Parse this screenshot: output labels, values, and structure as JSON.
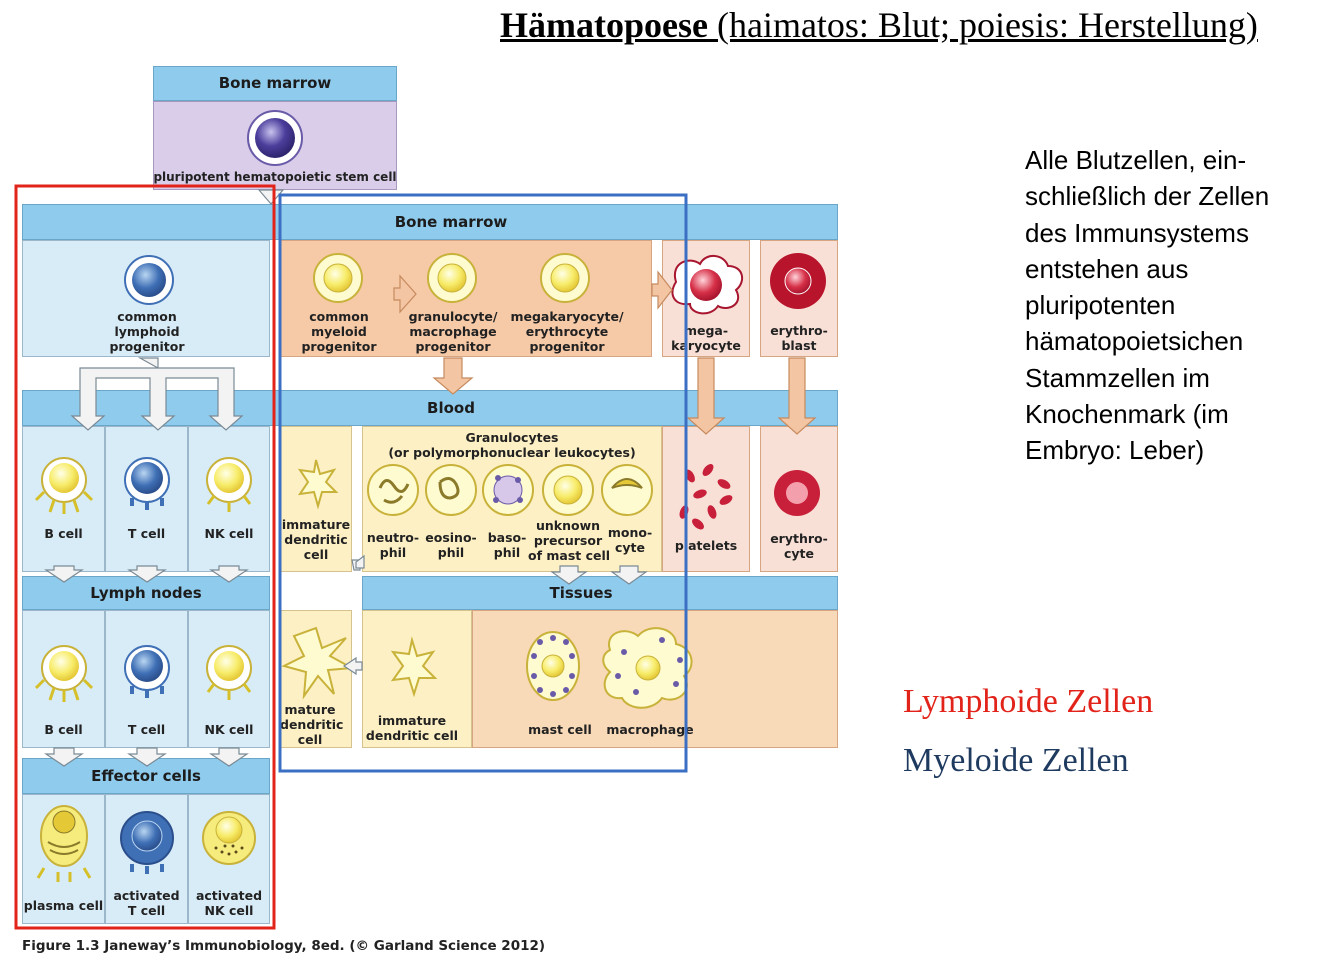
{
  "title": {
    "main": "Hämatopoese",
    "sub": " (haimatos: Blut; poiesis: Herstellung)"
  },
  "side_text": "Alle Blutzellen, ein-\nschließlich der Zellen\ndes Immunsystems\nentstehen aus\npluripotenten\nhämatopoietsichen\nStammzellen im\nKnochenmark (im\nEmbryo: Leber)",
  "legend": {
    "lymphoid": "Lymphoide Zellen",
    "myeloid": "Myeloide Zellen",
    "lymphoid_color": "#e2231a",
    "myeloid_color": "#1f3a5f"
  },
  "figure_caption": "Figure 1.3  Janeway’s Immunobiology, 8ed. (© Garland Science 2012)",
  "headers": {
    "bone_marrow_top": "Bone marrow",
    "bone_marrow": "Bone marrow",
    "blood": "Blood",
    "lymph_nodes": "Lymph nodes",
    "tissues": "Tissues",
    "effector": "Effector cells"
  },
  "cells": {
    "stem": "pluripotent hematopoietic stem cell",
    "clp": "common\nlymphoid\nprogenitor",
    "cmp": "common\nmyeloid\nprogenitor",
    "gmp": "granulocyte/\nmacrophage\nprogenitor",
    "mep": "megakaryocyte/\nerythrocyte\nprogenitor",
    "megakaryocyte": "mega-\nkaryocyte",
    "erythroblast": "erythro-\nblast",
    "b_cell": "B cell",
    "t_cell": "T cell",
    "nk_cell": "NK cell",
    "immature_dc": "immature\ndendritic\ncell",
    "granulocytes": "Granulocytes\n(or polymorphonuclear leukocytes)",
    "neutrophil": "neutro-\nphil",
    "eosinophil": "eosino-\nphil",
    "basophil": "baso-\nphil",
    "unknown_precursor": "unknown\nprecursor\nof mast cell",
    "monocyte": "mono-\ncyte",
    "platelets": "platelets",
    "erythrocyte": "erythro-\ncyte",
    "b_cell_ln": "B cell",
    "t_cell_ln": "T cell",
    "nk_cell_ln": "NK cell",
    "mature_dc": "mature\ndendritic\ncell",
    "immature_dc_tissue": "immature\ndendritic cell",
    "mast_cell": "mast cell",
    "macrophage": "macrophage",
    "plasma_cell": "plasma cell",
    "activated_t": "activated\nT cell",
    "activated_nk": "activated\nNK cell"
  },
  "colors": {
    "header_bar": "#8fcbed",
    "lymphoid_panel": "#d8ecf8",
    "myeloid_panel": "#f6c9a7",
    "blood_panel": "#fdf0c4",
    "stem_panel": "#d9cdea"
  }
}
